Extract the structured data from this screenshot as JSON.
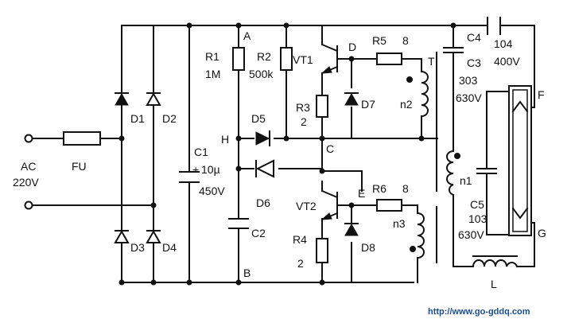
{
  "input": {
    "name": "AC",
    "voltage": "220V"
  },
  "fuse": "FU",
  "diodes": {
    "d1": "D1",
    "d2": "D2",
    "d3": "D3",
    "d4": "D4",
    "d5": "D5",
    "d6": "D6",
    "d7": "D7",
    "d8": "D8"
  },
  "resistors": {
    "r1": {
      "name": "R1",
      "value": "1M"
    },
    "r2": {
      "name": "R2",
      "value": "500k"
    },
    "r3": {
      "name": "R3",
      "value": "2"
    },
    "r4": {
      "name": "R4",
      "value": "2"
    },
    "r5": {
      "name": "R5",
      "value": "8"
    },
    "r6": {
      "name": "R6",
      "value": "8"
    }
  },
  "capacitors": {
    "c1": {
      "name": "C1",
      "value": "10µ",
      "voltage": "450V",
      "plus": "+"
    },
    "c2": {
      "name": "C2"
    },
    "c3": {
      "name": "C3",
      "value": "303",
      "voltage": "630V"
    },
    "c4": {
      "name": "C4",
      "value": "104",
      "voltage": "400V"
    },
    "c5": {
      "name": "C5",
      "value": "103",
      "voltage": "630V"
    }
  },
  "transistors": {
    "vt1": "VT1",
    "vt2": "VT2"
  },
  "windings": {
    "n1": "n1",
    "n2": "n2",
    "n3": "n3",
    "transformer": "T"
  },
  "inductor": "L",
  "nodes": {
    "a": "A",
    "b": "B",
    "c": "C",
    "d": "D",
    "e": "E",
    "f": "F",
    "g": "G",
    "h": "H"
  },
  "watermark": "http://www.go-gddq.com"
}
